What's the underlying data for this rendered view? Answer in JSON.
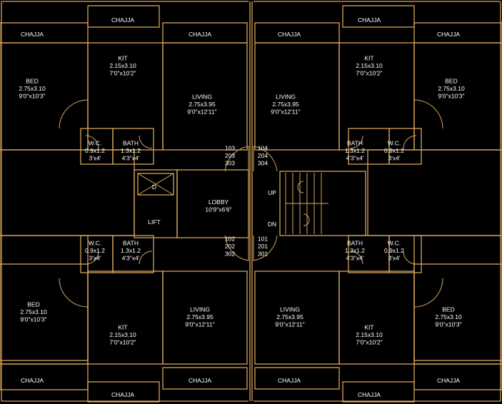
{
  "rooms": [
    {
      "id": "chajja-tl",
      "lines": [
        "CHAJJA"
      ]
    },
    {
      "id": "chajja-tc1",
      "lines": [
        "CHAJJA"
      ]
    },
    {
      "id": "chajja-tc2",
      "lines": [
        "CHAJJA"
      ]
    },
    {
      "id": "chajja-tc3",
      "lines": [
        "CHAJJA"
      ]
    },
    {
      "id": "chajja-tc4",
      "lines": [
        "CHAJJA"
      ]
    },
    {
      "id": "chajja-tr",
      "lines": [
        "CHAJJA"
      ]
    },
    {
      "id": "kit-tl",
      "lines": [
        "KIT",
        "2.15x3.10",
        "7'0\"x10'2\""
      ]
    },
    {
      "id": "kit-tr",
      "lines": [
        "KIT",
        "2.15x3.10",
        "7'0\"x10'2\""
      ]
    },
    {
      "id": "bed-tl",
      "lines": [
        "BED",
        "2.75x3.10",
        "9'0\"x10'3\""
      ]
    },
    {
      "id": "bed-tr",
      "lines": [
        "BED",
        "2.75x3.10",
        "9'0\"x10'3\""
      ]
    },
    {
      "id": "living-tl",
      "lines": [
        "LIVING",
        "2.75x3.95",
        "9'0\"x12'11\""
      ]
    },
    {
      "id": "living-tr",
      "lines": [
        "LIVING",
        "2.75x3.95",
        "9'0\"x12'11\""
      ]
    },
    {
      "id": "wc-tl",
      "lines": [
        "W.C.",
        "0.9x1.2",
        "3'x4'"
      ]
    },
    {
      "id": "bath-tl",
      "lines": [
        "BATH",
        "1.3x1.2",
        "4'3\"x4'"
      ]
    },
    {
      "id": "bath-tr",
      "lines": [
        "BATH",
        "1.3x1.2",
        "4'3\"x4'"
      ]
    },
    {
      "id": "wc-tr",
      "lines": [
        "W.C.",
        "0.9x1.2",
        "3'x4'"
      ]
    },
    {
      "id": "flats-tl",
      "lines": [
        "103",
        "203",
        "303"
      ]
    },
    {
      "id": "flats-tr",
      "lines": [
        "104",
        "204",
        "304"
      ]
    },
    {
      "id": "duct",
      "lines": [
        "D"
      ]
    },
    {
      "id": "lobby",
      "lines": [
        "LOBBY",
        "10'9\"x6'6\""
      ]
    },
    {
      "id": "lift",
      "lines": [
        "LIFT"
      ]
    },
    {
      "id": "stair-up",
      "lines": [
        "UP"
      ]
    },
    {
      "id": "stair-dn",
      "lines": [
        "DN"
      ]
    },
    {
      "id": "flats-bl",
      "lines": [
        "102",
        "202",
        "302"
      ]
    },
    {
      "id": "flats-br",
      "lines": [
        "101",
        "201",
        "301"
      ]
    },
    {
      "id": "wc-bl",
      "lines": [
        "W.C.",
        "0.9x1.2",
        "3'x4'"
      ]
    },
    {
      "id": "bath-bl",
      "lines": [
        "BATH",
        "1.3x1.2",
        "4'3\"x4'"
      ]
    },
    {
      "id": "bath-br",
      "lines": [
        "BATH",
        "1.3x1.2",
        "4'3\"x4'"
      ]
    },
    {
      "id": "wc-br",
      "lines": [
        "W.C.",
        "0.9x1.2",
        "3'x4'"
      ]
    },
    {
      "id": "bed-bl",
      "lines": [
        "BED",
        "2.75x3.10",
        "9'0\"x10'3\""
      ]
    },
    {
      "id": "bed-br",
      "lines": [
        "BED",
        "2.75x3.10",
        "9'0\"x10'3\""
      ]
    },
    {
      "id": "living-bl",
      "lines": [
        "LIVING",
        "2.75x3.95",
        "9'0\"x12'11\""
      ]
    },
    {
      "id": "living-br",
      "lines": [
        "LIVING",
        "2.75x3.95",
        "9'0\"x12'11\""
      ]
    },
    {
      "id": "kit-bl",
      "lines": [
        "KIT",
        "2.15x3.10",
        "7'0\"x10'2\""
      ]
    },
    {
      "id": "kit-br",
      "lines": [
        "KIT",
        "2.15x3.10",
        "7'0\"x10'2\""
      ]
    },
    {
      "id": "chajja-bl",
      "lines": [
        "CHAJJA"
      ]
    },
    {
      "id": "chajja-bc1",
      "lines": [
        "CHAJJA"
      ]
    },
    {
      "id": "chajja-bc2",
      "lines": [
        "CHAJJA"
      ]
    },
    {
      "id": "chajja-bc3",
      "lines": [
        "CHAJJA"
      ]
    },
    {
      "id": "chajja-bc4",
      "lines": [
        "CHAJJA"
      ]
    },
    {
      "id": "chajja-br",
      "lines": [
        "CHAJJA"
      ]
    }
  ],
  "colors": {
    "background": "#000000",
    "lines": "#d7a35a",
    "text": "#ffffff"
  }
}
